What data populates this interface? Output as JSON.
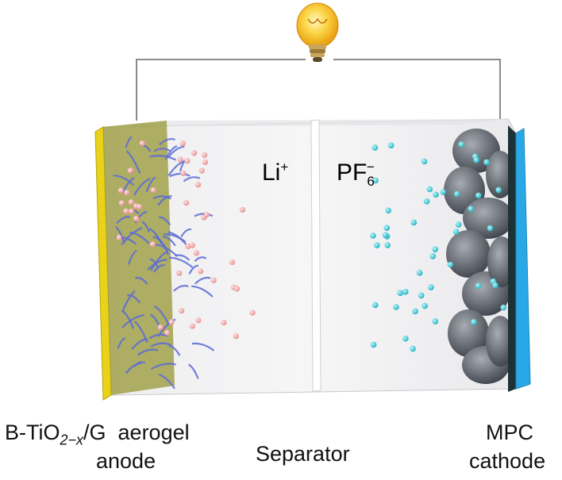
{
  "labels": {
    "cation": "Li",
    "cation_charge": "+",
    "anion": "PF",
    "anion_sub": "6",
    "anion_charge": "−",
    "anode_material_prefix": "B-TiO",
    "anode_material_sub": "2−x",
    "anode_material_suffix": "/G  aerogel",
    "anode_word": "anode",
    "separator": "Separator",
    "cathode_material": "MPC",
    "cathode_word": "cathode"
  },
  "colors": {
    "anode_collector": "#e8d21a",
    "anode_sheet": "#9a9a3c",
    "graphene": "#5a6bd6",
    "lithium_ion": "#f0a6a6",
    "anion_ion": "#33c9d6",
    "cathode_collector": "#2aa8e6",
    "cathode_carbon": "#4a4f57",
    "wire": "#8a8a8a",
    "bulb": "#f6c21b"
  },
  "icons": {
    "bulb": "light-bulb-icon"
  }
}
